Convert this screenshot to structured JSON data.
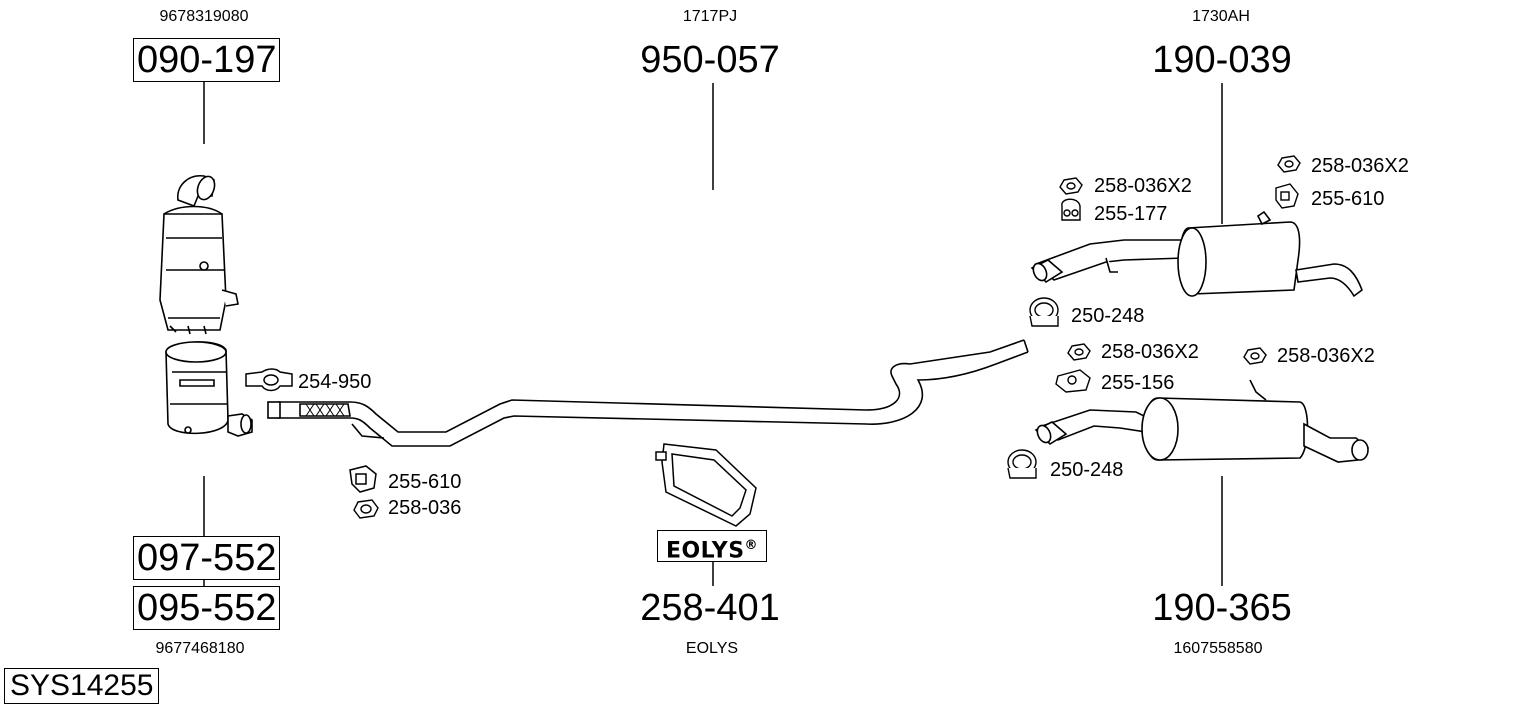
{
  "system_code": "SYS14255",
  "columns": {
    "left_top": {
      "oe_number": "9678319080",
      "part_number": "090-197"
    },
    "left_bottom_a": {
      "part_number": "097-552"
    },
    "left_bottom_b": {
      "part_number": "095-552",
      "oe_number": "9677468180"
    },
    "center_top": {
      "oe_number": "1717PJ",
      "part_number": "950-057"
    },
    "center_bottom": {
      "brand_logo": "EOLYS",
      "brand_mark": "®",
      "part_number": "258-401",
      "oe_number": "EOLYS"
    },
    "right_top": {
      "oe_number": "1730AH",
      "part_number": "190-039"
    },
    "right_bottom": {
      "part_number": "190-365",
      "oe_number": "1607558580"
    }
  },
  "accessories": {
    "clamp_front": "254-950",
    "bracket_front": "255-610",
    "nut_front": "258-036",
    "nut_rt_upper_left": "258-036X2",
    "mount_rt_upper_left": "255-177",
    "nut_rt_upper_right": "258-036X2",
    "mount_rt_upper_right": "255-610",
    "clamp_rt_upper": "250-248",
    "nut_rb_left": "258-036X2",
    "mount_rb_left": "255-156",
    "nut_rb_right": "258-036X2",
    "clamp_rb": "250-248"
  },
  "colors": {
    "line": "#000000",
    "part_fill": "#ffffff",
    "shade": "#d8d8d8"
  }
}
